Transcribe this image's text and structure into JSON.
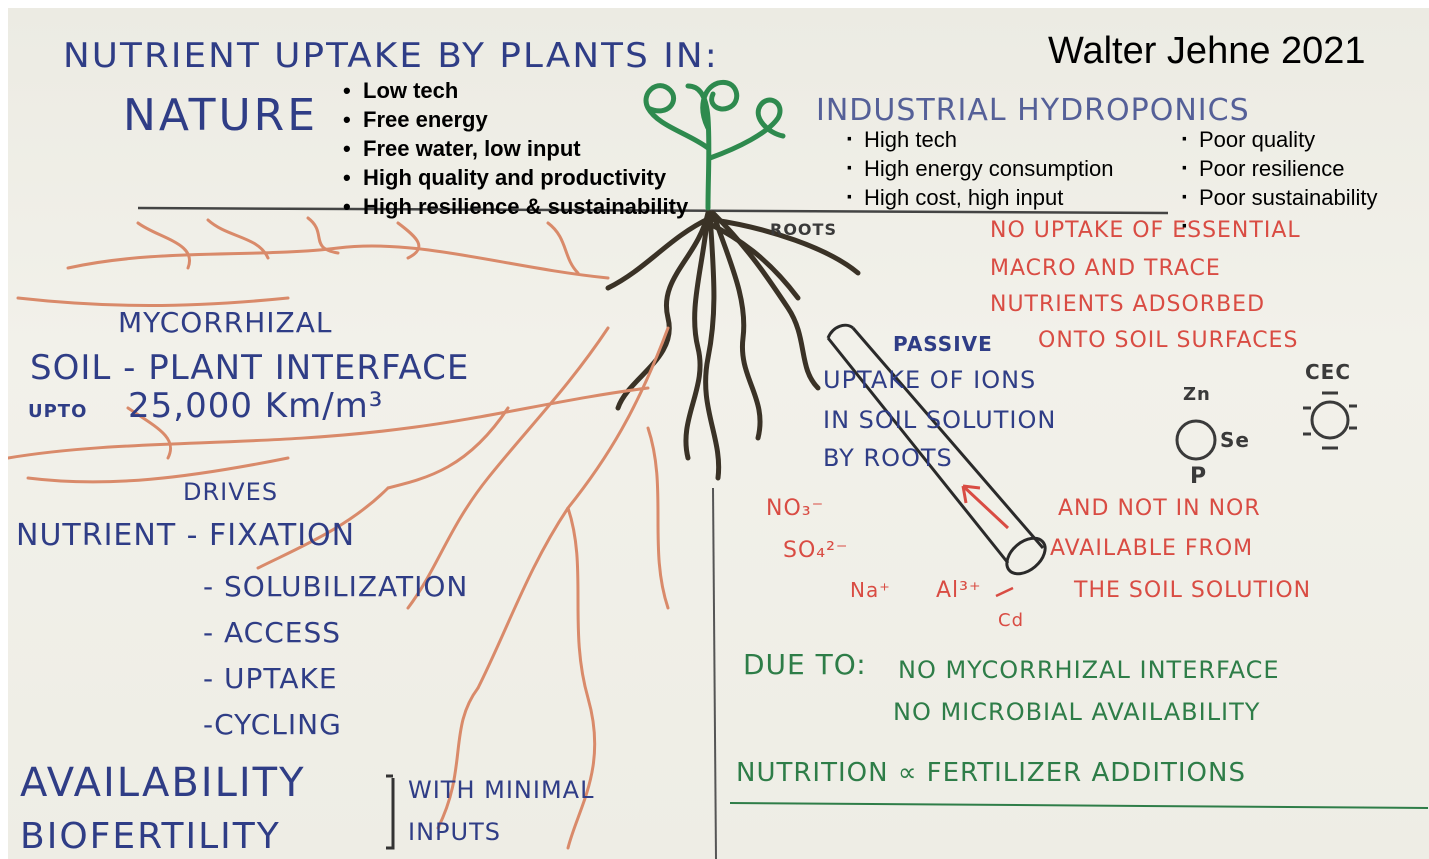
{
  "author_credit": "Walter Jehne 2021",
  "header": {
    "title": "NUTRIENT UPTAKE BY PLANTS IN:",
    "nature_label": "NATURE",
    "industrial_label": "INDUSTRIAL HYDROPONICS"
  },
  "nature_bullets": [
    "Low tech",
    "Free energy",
    "Free water, low input",
    "High quality and productivity",
    "High resilience & sustainability"
  ],
  "industrial_bullets_col1": [
    "High tech",
    "High energy consumption",
    "High cost, high input"
  ],
  "industrial_bullets_col2": [
    "Poor quality",
    "Poor resilience",
    "Poor sustainability",
    ""
  ],
  "left_side": {
    "mycorrhizal": "MYCORRHIZAL",
    "interface": "SOIL - PLANT INTERFACE",
    "upto": "UPTO",
    "area": "25,000 Km/m³",
    "drives": "DRIVES",
    "nutrient": "NUTRIENT - FIXATION",
    "processes": [
      "- SOLUBILIZATION",
      "- ACCESS",
      "- UPTAKE",
      "-CYCLING"
    ],
    "availability": "AVAILABILITY",
    "biofertility": "BIOFERTILITY",
    "with_minimal": "WITH MINIMAL",
    "inputs": "INPUTS"
  },
  "right_side": {
    "roots_label": "ROOTS",
    "no_uptake": [
      "NO UPTAKE OF ESSENTIAL",
      "MACRO AND TRACE",
      "NUTRIENTS ADSORBED",
      "ONTO SOIL SURFACES"
    ],
    "passive": "PASSIVE",
    "uptake_ions": [
      "UPTAKE OF IONS",
      "IN SOIL SOLUTION",
      "BY ROOTS"
    ],
    "particle_labels": {
      "zn": "Zn",
      "se": "Se",
      "p": "P",
      "cec": "CEC"
    },
    "ions": {
      "no3": "NO₃⁻",
      "so4": "SO₄²⁻",
      "na": "Na⁺",
      "al": "Al³⁺",
      "cd": "Cd"
    },
    "and_not": [
      "AND NOT IN NOR",
      "AVAILABLE FROM",
      "THE SOIL SOLUTION"
    ],
    "due_to": "DUE TO:",
    "reasons": [
      "NO MYCORRHIZAL INTERFACE",
      "NO MICROBIAL AVAILABILITY"
    ],
    "nutrition": "NUTRITION ∝ FERTILIZER ADDITIONS"
  },
  "colors": {
    "blue_ink": "#2f3d86",
    "red_ink": "#d94c43",
    "green_ink": "#2e7d48",
    "root_ink": "#3a3226"
  }
}
